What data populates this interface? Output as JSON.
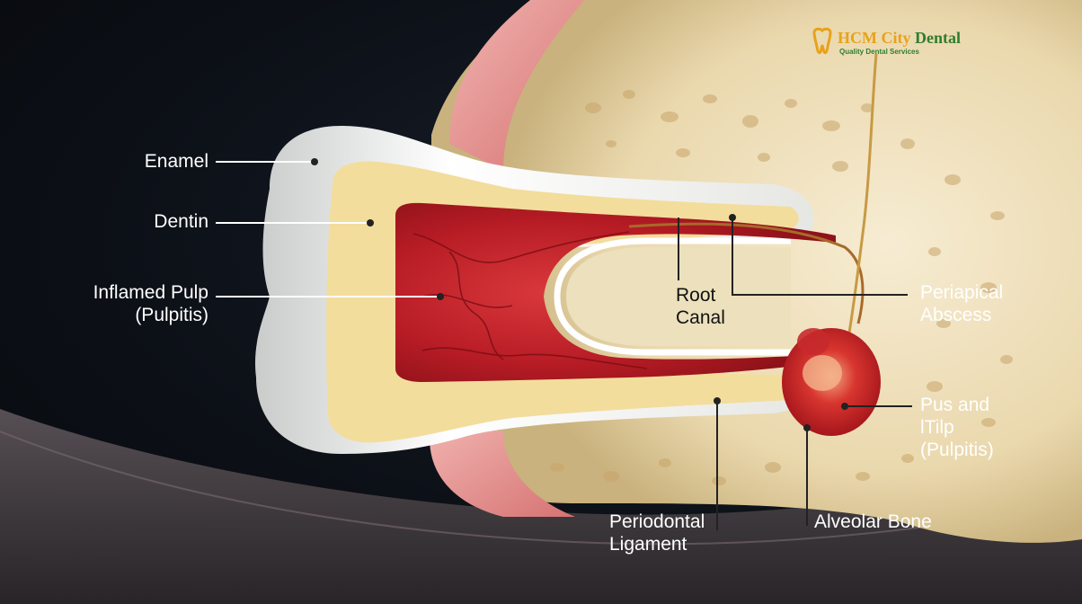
{
  "logo": {
    "name_part1": "HCM City",
    "name_part2": "Dental",
    "tagline": "Quality Dental Services",
    "color_primary": "#e8a21a",
    "color_secondary": "#2f7d2f"
  },
  "labels": {
    "enamel": "Enamel",
    "dentin": "Dentin",
    "inflamed_pulp_line1": "Inflamed Pulp",
    "inflamed_pulp_line2": "(Pulpitis)",
    "root_canal_line1": "Root",
    "root_canal_line2": "Canal",
    "periapical_abscess_line1": "Periapical",
    "periapical_abscess_line2": "Abscess",
    "pus_line1": "Pus and",
    "pus_line2": "lTilp",
    "pus_line3": "(Pulpitis)",
    "periodontal_ligament_line1": "Periodontal",
    "periodontal_ligament_line2": "Ligament",
    "alveolar_bone": "Alveolar Bone"
  },
  "colors": {
    "background": "#0d1016",
    "enamel": "#eef0ee",
    "dentin": "#f3dd9c",
    "pulp": "#c4202a",
    "gum": "#e79a9a",
    "bone": "#efe2bf",
    "abscess": "#d4262a"
  }
}
